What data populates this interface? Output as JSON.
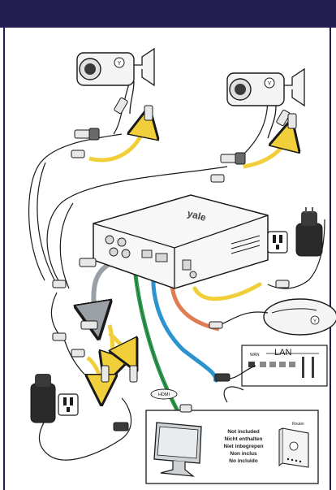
{
  "colors": {
    "header": "#241e52",
    "cable_yellow": "#f1cf3a",
    "cable_green": "#2e9a4c",
    "cable_blue": "#2d93cf",
    "cable_orange": "#e07c52",
    "cable_gray": "#9aa0a6",
    "outline": "#1a1a1a"
  },
  "labels": {
    "nvr_logo": "yale",
    "camera_logo": "Y",
    "hdmi": "HDMI",
    "lan": "LAN",
    "wan": "WAN",
    "router": "Router",
    "mouse_logo": "Y"
  },
  "not_included": [
    "Not included",
    "Nicht enthalten",
    "Niet inbegrepen",
    "Non inclus",
    "No incluido"
  ],
  "icons": [
    "nvr-recorder",
    "security-camera",
    "monitor",
    "computer-mouse",
    "network-router",
    "power-adapter",
    "uk-plug"
  ]
}
